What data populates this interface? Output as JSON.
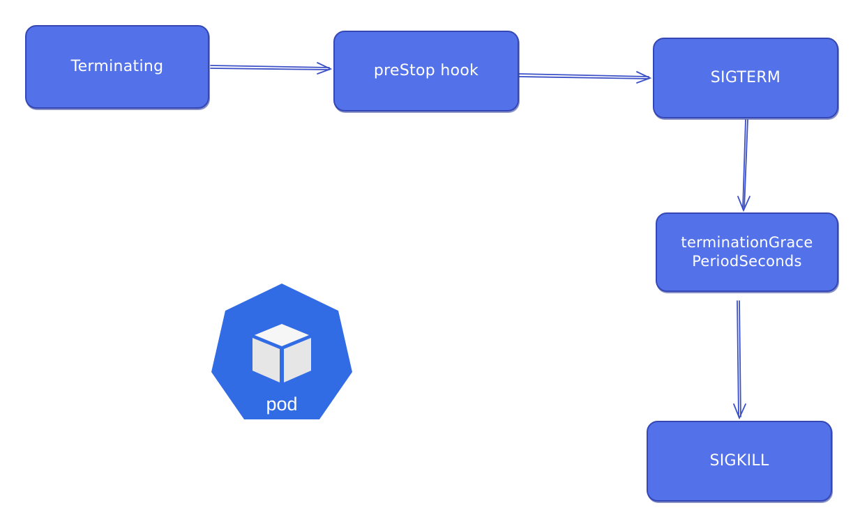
{
  "diagram": {
    "steps": [
      {
        "id": "terminating",
        "label": "Terminating"
      },
      {
        "id": "prestop",
        "label": "preStop hook"
      },
      {
        "id": "sigterm",
        "label": "SIGTERM"
      },
      {
        "id": "tgps",
        "label": "terminationGrace PeriodSeconds"
      },
      {
        "id": "sigkill",
        "label": "SIGKILL"
      }
    ],
    "connections": [
      {
        "from": "terminating",
        "to": "prestop"
      },
      {
        "from": "prestop",
        "to": "sigterm"
      },
      {
        "from": "sigterm",
        "to": "tgps"
      },
      {
        "from": "tgps",
        "to": "sigkill"
      }
    ]
  },
  "pod_logo": {
    "label": "pod",
    "icon": "cube-icon"
  },
  "colors": {
    "node_fill": "#5371e8",
    "node_border": "#3447b5",
    "arrow": "#3b4fc7",
    "pod_fill": "#326ce5",
    "cube_fill": "#eeeeee",
    "text": "#ffffff"
  }
}
